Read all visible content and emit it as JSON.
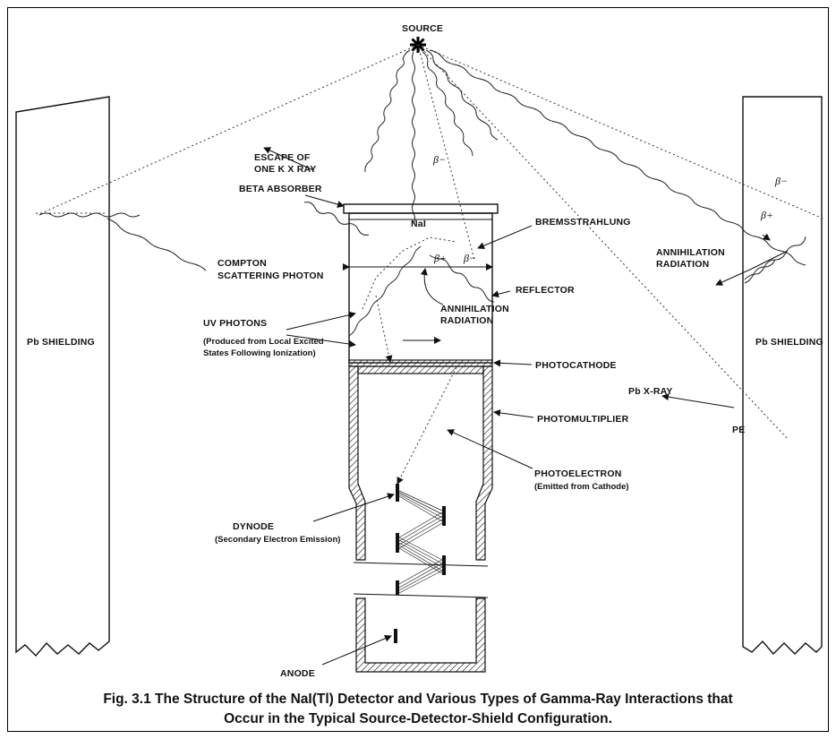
{
  "labels": {
    "source": "SOURCE",
    "escape_line1": "ESCAPE OF",
    "escape_line2": "ONE K X RAY",
    "beta_absorber": "BETA ABSORBER",
    "nai": "NaI",
    "bremsstrahlung": "BREMSSTRAHLUNG",
    "compton_line1": "COMPTON",
    "compton_line2": "SCATTERING PHOTON",
    "reflector": "REFLECTOR",
    "annihilation_center_line1": "ANNIHILATION",
    "annihilation_center_line2": "RADIATION",
    "annihilation_right_line1": "ANNIHILATION",
    "annihilation_right_line2": "RADIATION",
    "uv_photons": "UV PHOTONS",
    "uv_desc_line1": "(Produced from Local Excited",
    "uv_desc_line2": "States Following Ionization)",
    "pb_shielding_left": "Pb SHIELDING",
    "pb_shielding_right": "Pb SHIELDING",
    "photocathode": "PHOTOCATHODE",
    "pb_xray": "Pb X-RAY",
    "photomultiplier": "PHOTOMULTIPLIER",
    "pe": "PE",
    "photoelectron": "PHOTOELECTRON",
    "photoelectron_desc": "(Emitted from Cathode)",
    "dynode": "DYNODE",
    "dynode_desc": "(Secondary Electron Emission)",
    "anode": "ANODE",
    "beta_minus": "β−",
    "beta_plus": "β+"
  },
  "caption": {
    "line1": "Fig. 3.1  The Structure of the NaI(Tl) Detector and Various Types of Gamma-Ray Interactions that",
    "line2": "Occur in the Typical Source-Detector-Shield Configuration."
  }
}
